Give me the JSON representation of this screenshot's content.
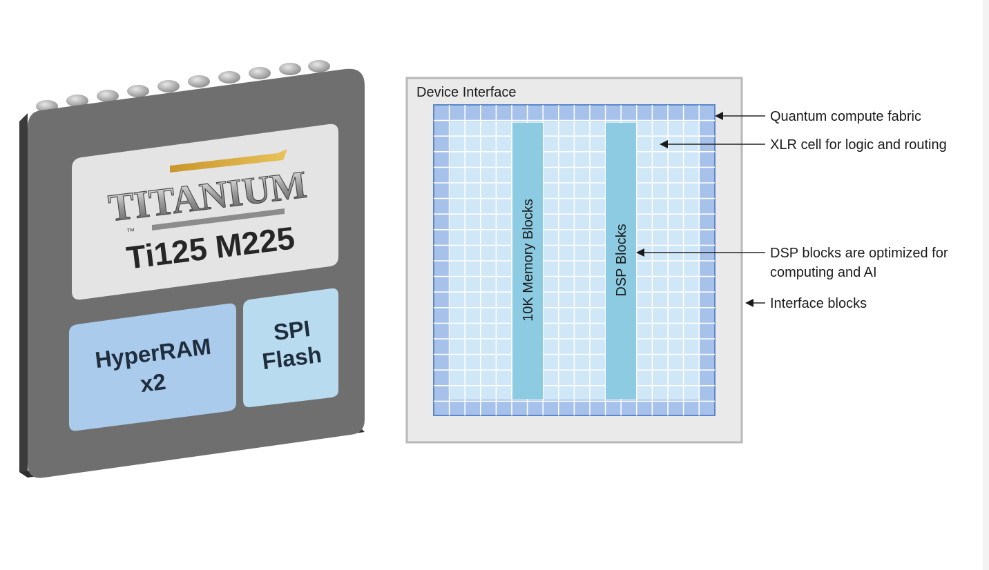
{
  "chip": {
    "logo_text": "TITANIUM",
    "trademark": "™",
    "model": "Ti125 M225",
    "hyperram_line1": "HyperRAM",
    "hyperram_line2": "x2",
    "spi_line1": "SPI",
    "spi_line2": "Flash"
  },
  "fabric": {
    "device_interface": "Device Interface",
    "memory_blocks": "10K Memory Blocks",
    "dsp_blocks": "DSP Blocks"
  },
  "callouts": {
    "quantum": "Quantum compute fabric",
    "xlr": "XLR cell for logic and routing",
    "dsp_line1": "DSP blocks are optimized for",
    "dsp_line2": "computing and AI",
    "interface": "Interface blocks"
  },
  "colors": {
    "chip_body": "#6e6e6e",
    "chip_side": "#3d3d3d",
    "memory_tile": "#a9c9e8",
    "spi_tile": "#b8daee",
    "fabric_light": "#cde7f6",
    "fabric_border": "#9fbde8",
    "column": "#8ccbe1",
    "frame": "#e9e9e9"
  }
}
